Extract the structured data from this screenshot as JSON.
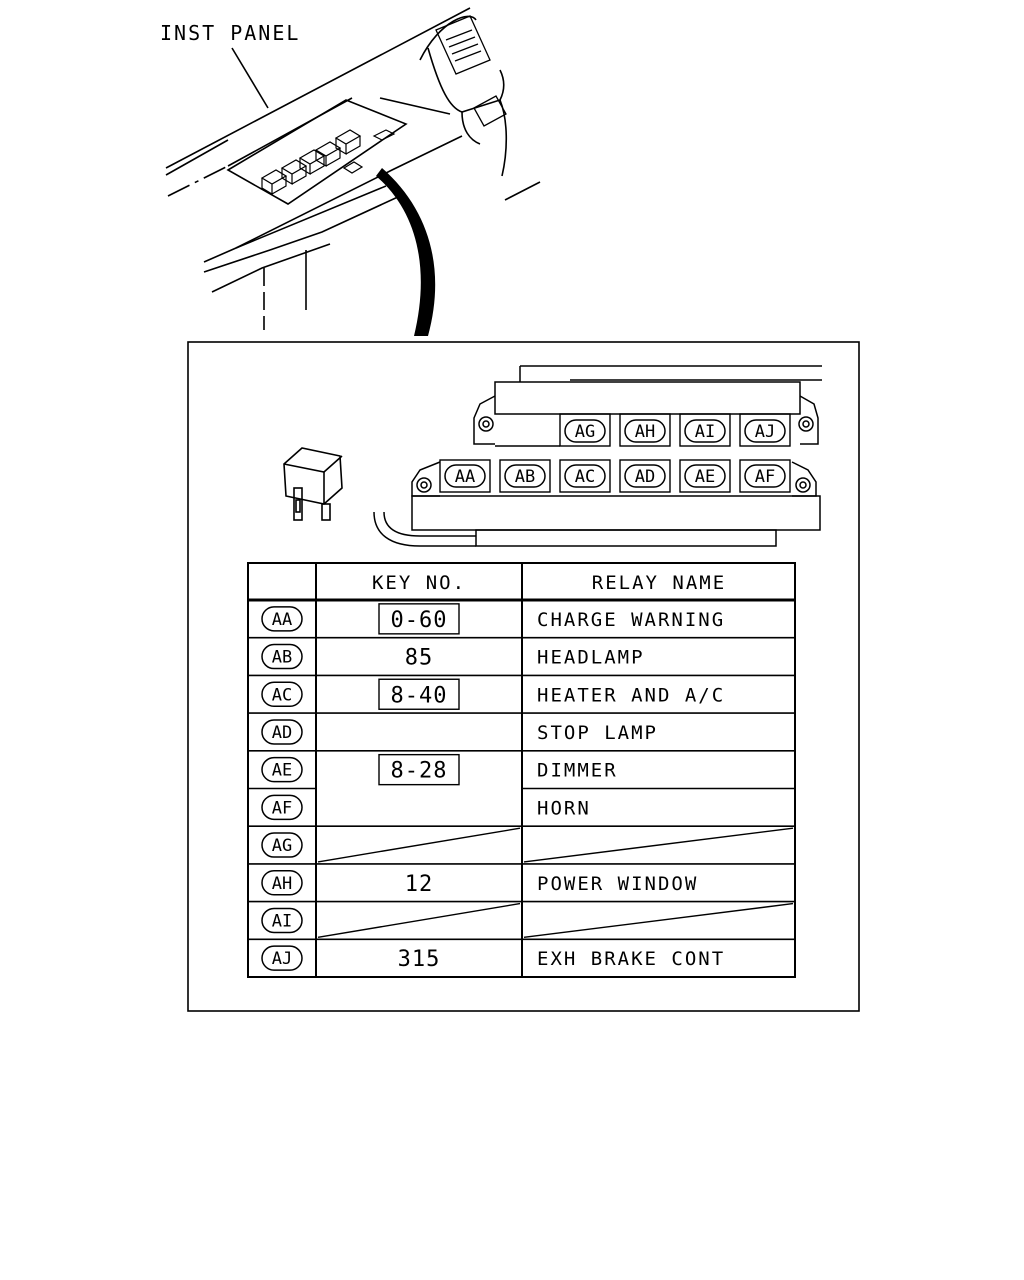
{
  "panel_label": "INST PANEL",
  "relay_block": {
    "top_row": [
      "AG",
      "AH",
      "AI",
      "AJ"
    ],
    "bottom_row": [
      "AA",
      "AB",
      "AC",
      "AD",
      "AE",
      "AF"
    ]
  },
  "table": {
    "headers": {
      "key_no": "KEY NO.",
      "relay_name": "RELAY NAME"
    },
    "rows": [
      {
        "code": "AA",
        "key_no": "0-60",
        "boxed": true,
        "relay_name": "CHARGE WARNING"
      },
      {
        "code": "AB",
        "key_no": "85",
        "boxed": false,
        "relay_name": "HEADLAMP"
      },
      {
        "code": "AC",
        "key_no": "8-40",
        "boxed": true,
        "relay_name": "HEATER AND A/C"
      },
      {
        "code": "AD",
        "key_no": "8-28",
        "boxed": true,
        "relay_name": "STOP LAMP",
        "rowspan": 3
      },
      {
        "code": "AE",
        "key_no": null,
        "relay_name": "DIMMER"
      },
      {
        "code": "AF",
        "key_no": null,
        "relay_name": "HORN"
      },
      {
        "code": "AG",
        "key_no": "",
        "relay_name": "",
        "blank": true
      },
      {
        "code": "AH",
        "key_no": "12",
        "boxed": false,
        "relay_name": "POWER WINDOW"
      },
      {
        "code": "AI",
        "key_no": "",
        "relay_name": "",
        "blank": true
      },
      {
        "code": "AJ",
        "key_no": "315",
        "boxed": false,
        "relay_name": "EXH BRAKE CONT"
      }
    ]
  }
}
